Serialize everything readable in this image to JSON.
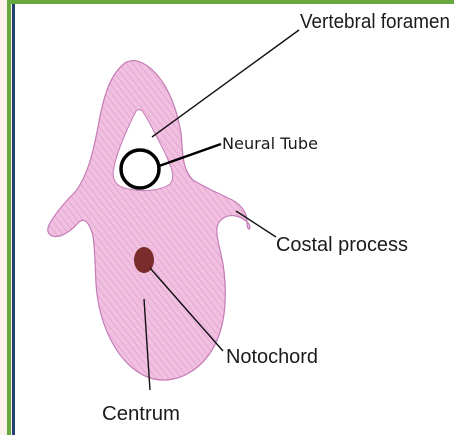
{
  "diagram": {
    "labels": {
      "vertebral_foramen": "Vertebral foramen",
      "neural_tube": "Neural Tube",
      "costal_process": "Costal process",
      "notochord": "Notochord",
      "centrum": "Centrum"
    },
    "colors": {
      "outer_green": "#66a83e",
      "outer_blue": "#21406e",
      "outer_bg": "#fbf2ec",
      "body_fill": "#f1bfe0",
      "hatch": "#d697c5",
      "outline": "#c47bb7",
      "notochord": "#7a2b2b",
      "foramen": "#ffffff",
      "text": "#1b1b1b"
    }
  }
}
